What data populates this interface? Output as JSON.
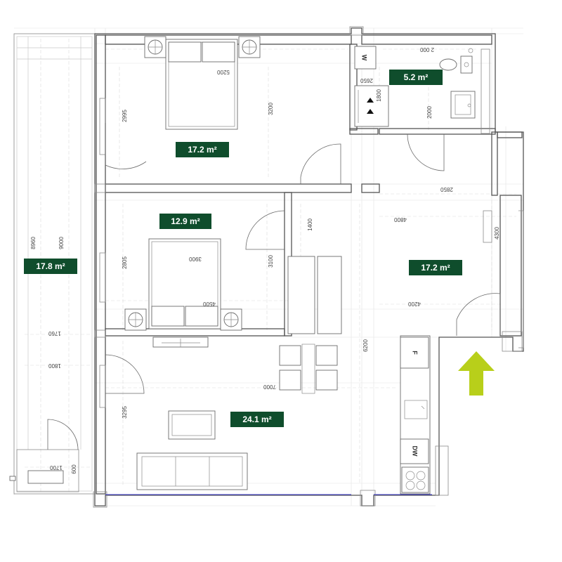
{
  "accent_color": "#0f4d2c",
  "arrow_color": "#b8cf1a",
  "rooms": {
    "balcony": {
      "area": "17.8 m²"
    },
    "bedroom_1": {
      "area": "17.2 m²"
    },
    "bedroom_2": {
      "area": "12.9 m²"
    },
    "bathroom": {
      "area": "5.2 m²"
    },
    "hall": {
      "area": "17.2 m²"
    },
    "living": {
      "area": "24.1 m²"
    }
  },
  "dimensions": {
    "d5200": "5200",
    "d2000_top": "2 000",
    "d2650": "2650",
    "d1800": "1800",
    "d2000_side": "2000",
    "d2995": "2995",
    "d3200": "3200",
    "d2850": "2850",
    "d4800": "4800",
    "d4300": "4300",
    "d1400": "1400",
    "d3900": "3900",
    "d3100": "3100",
    "d2805": "2805",
    "d4500": "4500",
    "d4200": "4200",
    "d8960": "8960",
    "d9000": "9000",
    "d1760": "1760",
    "d1800_left": "1800",
    "d6200": "6200",
    "d7000": "7000",
    "d3295": "3295",
    "d1700": "1700",
    "d600": "600"
  },
  "fixtures": {
    "wardrobe": "W",
    "fridge": "F",
    "dishwasher": "DW"
  }
}
